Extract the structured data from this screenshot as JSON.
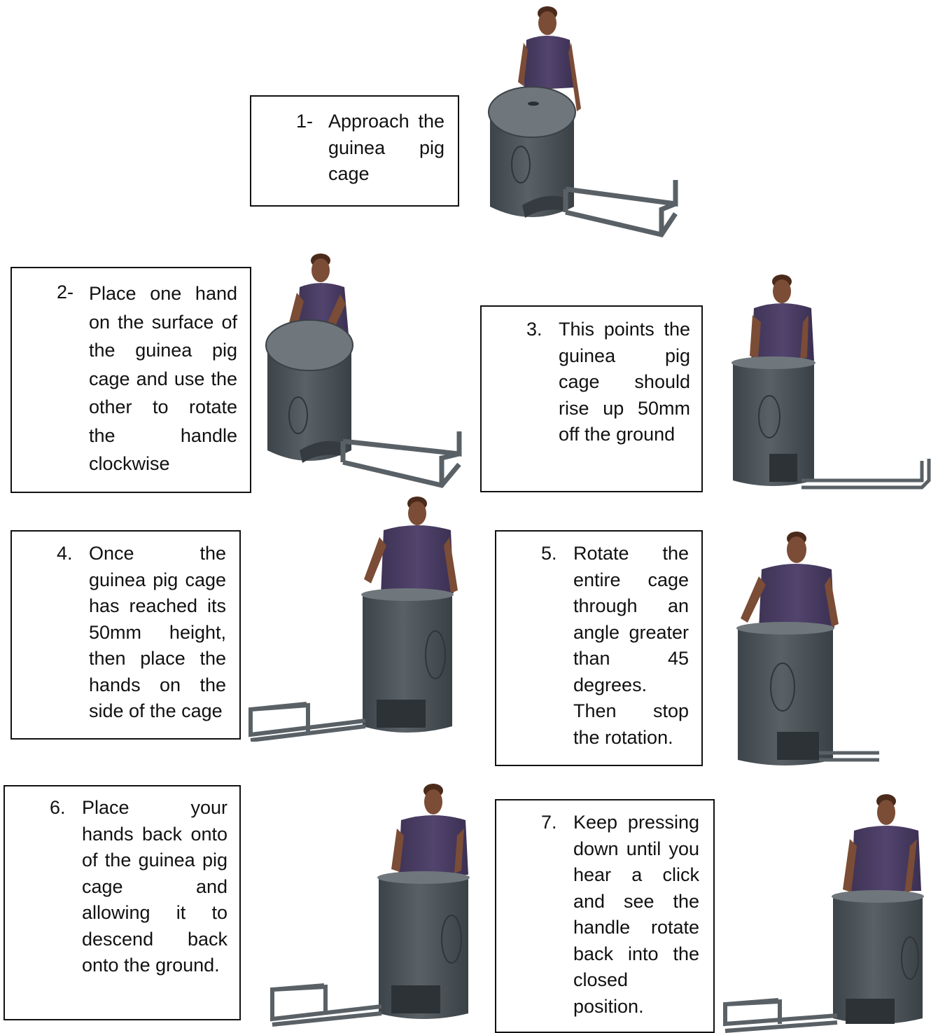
{
  "colors": {
    "cage_body": "#50575c",
    "cage_dark": "#394045",
    "cage_top": "#6f777c",
    "frame": "#5a6166",
    "shirt": "#4a3c63",
    "skin": "#7b4c36",
    "hair": "#4a2a1a",
    "pants": "#4e4135"
  },
  "steps": [
    {
      "number": "1-",
      "text": "Approach the guinea pig cage"
    },
    {
      "number": "2-",
      "text": "Place one hand on the surface of the guinea pig cage and use the other to rotate the handle clockwise"
    },
    {
      "number": "3.",
      "text": "This points the guinea pig cage should rise up 50mm off the ground"
    },
    {
      "number": "4.",
      "text": "Once the guinea pig cage has reached its 50mm height, then place the hands on the side of the cage"
    },
    {
      "number": "5.",
      "text": "Rotate the entire cage through an angle greater than 45 degrees. Then stop the rotation."
    },
    {
      "number": "6.",
      "text": "Place your hands back onto of the guinea pig cage and allowing it to descend back onto the ground."
    },
    {
      "number": "7.",
      "text": "Keep pressing down until you hear a click and see the handle rotate back into the closed position."
    }
  ]
}
